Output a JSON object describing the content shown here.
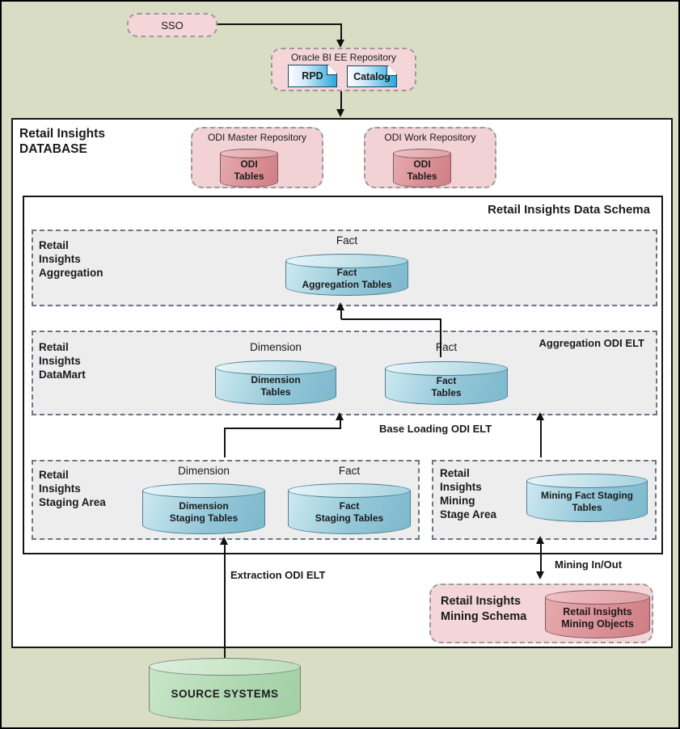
{
  "colors": {
    "background": "#d9ddc4",
    "pink_box": "#f4d6d9",
    "row_fill": "#ededed",
    "blue_cylinder": "#8ec4d6",
    "red_cylinder": "#dd959b",
    "green_cylinder": "#b3d9b5",
    "doc_icon_blue": "#2ba7dd"
  },
  "top": {
    "sso_label": "SSO",
    "bi_repo": {
      "title": "Oracle BI EE Repository",
      "rpd_label": "RPD",
      "catalog_label": "Catalog"
    }
  },
  "database": {
    "title": "Retail Insights\nDATABASE",
    "odi_master": {
      "title": "ODI Master Repository",
      "cylinder_label": "ODI\nTables"
    },
    "odi_work": {
      "title": "ODI Work Repository",
      "cylinder_label": "ODI\nTables"
    }
  },
  "data_schema": {
    "title": "Retail Insights Data Schema",
    "aggregation": {
      "label": "Retail\nInsights\nAggregation",
      "column_header": "Fact",
      "cylinder_label": "Fact\nAggregation Tables"
    },
    "datamart": {
      "label": "Retail\nInsights\nDataMart",
      "dimension_header": "Dimension",
      "fact_header": "Fact",
      "dimension_cylinder_label": "Dimension\nTables",
      "fact_cylinder_label": "Fact\nTables",
      "corner_label": "Aggregation ODI ELT"
    },
    "staging": {
      "label": "Retail\nInsights\nStaging Area",
      "dimension_header": "Dimension",
      "fact_header": "Fact",
      "dimension_cylinder_label": "Dimension\nStaging Tables",
      "fact_cylinder_label": "Fact\nStaging Tables"
    },
    "mining_stage": {
      "label": "Retail\nInsights\nMining\nStage Area",
      "cylinder_label": "Mining Fact Staging\nTables"
    },
    "base_loading_label": "Base Loading ODI ELT"
  },
  "flows": {
    "extraction_label": "Extraction ODI ELT",
    "mining_inout_label": "Mining In/Out"
  },
  "mining_schema": {
    "label": "Retail Insights\nMining Schema",
    "cylinder_label": "Retail Insights\nMining Objects"
  },
  "source_systems_label": "SOURCE SYSTEMS"
}
